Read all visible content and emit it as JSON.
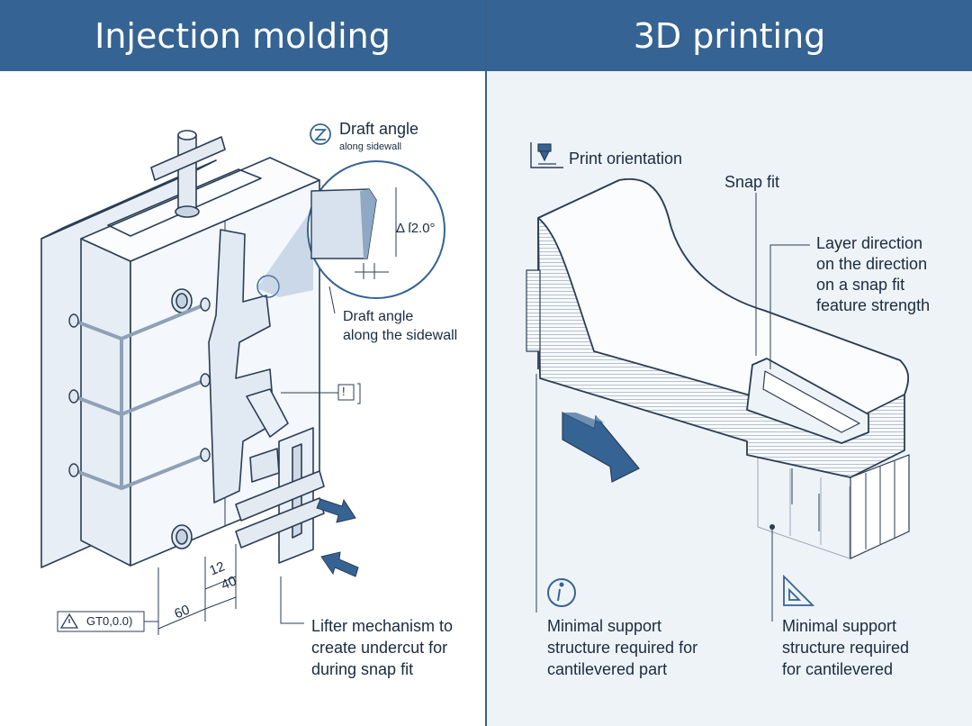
{
  "headers": {
    "left": "Injection molding",
    "right": "3D printing"
  },
  "injection_molding": {
    "draft_callout": {
      "title": "Draft angle",
      "subtitle": "along sidewall",
      "angle_label": "Δ ſ2.0°"
    },
    "draft_label": [
      "Draft angle",
      "along the sidewall"
    ],
    "warning_box": "!",
    "dimensions": [
      "12",
      "40",
      "60"
    ],
    "tolerance_box": "GT0,0.0)",
    "lifter_label": [
      "Lifter mechanism to",
      "create undercut for",
      "during snap fit"
    ]
  },
  "printing_3d": {
    "print_orientation": "Print orientation",
    "snap_fit": "Snap fit",
    "layer_direction": [
      "Layer direction",
      "on the direction",
      "on a snap fit",
      "feature strength"
    ],
    "support_left": [
      "Minimal support",
      "structure required for",
      "cantilevered part"
    ],
    "support_right": [
      "Minimal support",
      "structure required",
      "for cantilevered"
    ]
  },
  "colors": {
    "header": "#356393",
    "line": "#2b3d55",
    "accent": "#356393",
    "panel_right_bg": "#eef3f8"
  }
}
